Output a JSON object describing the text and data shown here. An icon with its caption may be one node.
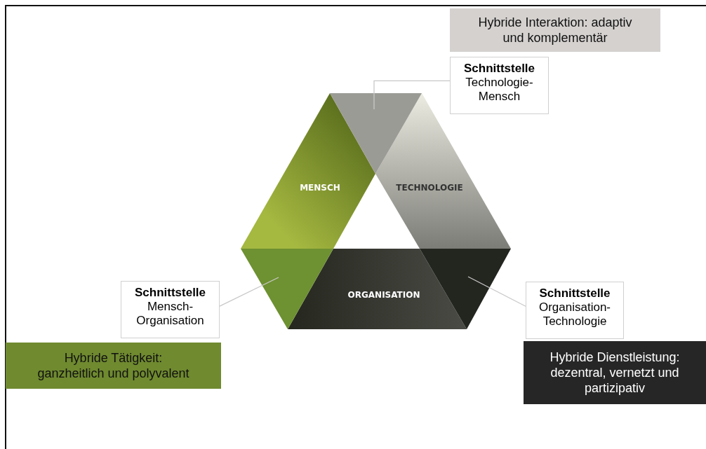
{
  "diagram": {
    "nodes": [
      {
        "text": [
          "Hybride Interaktion: adaptiv und komplementär"
        ]
      },
      {
        "text": [
          "Schnittstelle",
          "Technologie- Mensch"
        ]
      },
      {
        "text": [
          "MENSCH"
        ]
      },
      {
        "text": [
          "TECHNOLOGIE"
        ]
      },
      {
        "text": [
          "ORGANISATION"
        ]
      },
      {
        "text": [],
        "shape": "triangle"
      },
      {
        "text": [],
        "shape": "triangle"
      },
      {
        "text": [],
        "shape": "triangle"
      },
      {
        "text": [
          "Schnittstelle",
          "Mensch- Organisation"
        ]
      },
      {
        "text": [
          "Schnittstelle",
          "Organisation- Technologie"
        ]
      },
      {
        "text": [
          "Hybride Tätigkeit: ganzheitlich und polyvalent"
        ]
      },
      {
        "text": [
          "Hybride Dienstleistung: dezentral, vernetzt und partizipativ"
        ]
      }
    ],
    "edges": [
      {
        "from": 1,
        "to": 5,
        "arrow": "none"
      },
      {
        "from": 8,
        "to": 6,
        "arrow": "none"
      },
      {
        "from": 9,
        "to": 7,
        "arrow": "none"
      }
    ]
  }
}
